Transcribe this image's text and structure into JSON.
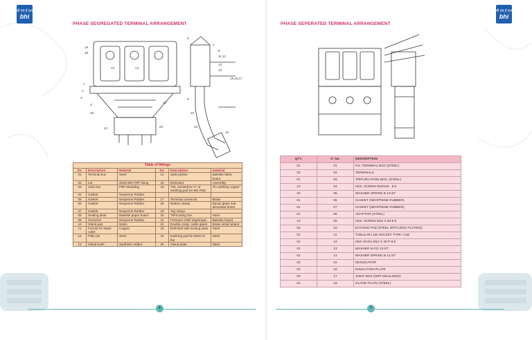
{
  "brand": {
    "logo_text": "बी एच ई एल",
    "logo_word": "bhi"
  },
  "left_page": {
    "title": "PHASE SEGREGATED TERMINAL ARRANGEMENT",
    "page_number": "6",
    "table": {
      "caption": "Table of fittings",
      "headers": [
        "Sn.",
        "Description",
        "Material",
        "Sn.",
        "Description",
        "material"
      ],
      "rows": [
        [
          "01",
          "Terminal box",
          "Steel",
          "14",
          "Split washer",
          "Bakelite fabric board"
        ],
        [
          "02",
          "Lid",
          "Steel with FRP lining",
          "15",
          "Desicator",
          "Assembly"
        ],
        [
          "03",
          "Joint box",
          "FRP Moulding",
          "16",
          "Tub. socket(For 'H' of earthing pad for MS Flat)",
          "Tin earthing copper"
        ],
        [
          "04",
          "Gasket",
          "Neoprene Rubber",
          "",
          "",
          ""
        ],
        [
          "05",
          "Gasket",
          "Neoprene Rubber",
          "17",
          "Terminal connector",
          "Brass"
        ],
        [
          "06",
          "Gasket",
          "Neoprene Rubber",
          "18",
          "Bottom clamp",
          "Epoxy glass mat laminated sheet"
        ],
        [
          "07",
          "Gasket",
          "Neoprene Rubber",
          "19",
          "Top clamp",
          ""
        ],
        [
          "08",
          "Sealing plate",
          "Bakelite paper board",
          "20",
          "Trifurcating box",
          "Steel"
        ],
        [
          "09",
          "Grommet",
          "Neoprene Rubber",
          "21",
          "Pressure relief diaphragm",
          "Bakelite board"
        ],
        [
          "10",
          "Gland part",
          "Nylon",
          "22",
          "Double comp. cable gland",
          "Brass nickel plated"
        ],
        [
          "11",
          "Ferrule for stator cable",
          "Copper",
          "23",
          "Bolt M16 with locking plate",
          "Steel"
        ],
        [
          "12",
          "Filler pin",
          "Steel",
          "24",
          "Earthing pad for 50x6 GI flat",
          "Steel"
        ],
        [
          "13",
          "Gland bush",
          "Synthetic rubber",
          "25",
          "Gland plate",
          "Steel"
        ]
      ]
    },
    "drawing_labels": [
      "19",
      "18",
      "V1",
      "V1",
      "1",
      "2",
      "3",
      "4",
      "22",
      "20",
      "21",
      "25",
      "6",
      "7",
      "8",
      "11,12",
      "14",
      "13",
      "15,16,17",
      "23",
      "24",
      "9",
      "10"
    ]
  },
  "right_page": {
    "title": "PHASE SEPERATED TERMINAL ARRANGEMENT",
    "page_number": "7",
    "table": {
      "headers": [
        "QTY.",
        "IT. No.",
        "DESCRIPTION"
      ],
      "rows": [
        [
          "01",
          "01",
          "P.S. TERMINAL BOX (STEEL)"
        ],
        [
          "03",
          "02",
          "TERMINALS"
        ],
        [
          "01",
          "03",
          "TRIFURCATING BOX. (STEEL)"
        ],
        [
          "10",
          "04",
          "HEX. SCREW M10X30 - 8.8"
        ],
        [
          "20",
          "05",
          "WASHER SPRING B 10-ST"
        ],
        [
          "01",
          "06",
          "GASKET (NEOPRENE RUBBER)"
        ],
        [
          "01",
          "07",
          "GASKET (NEOPRENE RUBBER)"
        ],
        [
          "01",
          "08",
          "ADAPTOR (STEEL)"
        ],
        [
          "10",
          "09",
          "HEX. SCREW M10 X 50-8.8"
        ],
        [
          "02",
          "10",
          "EATHING PAD (STEEL WITH ZINC PLATING)"
        ],
        [
          "01",
          "11",
          "TUBULAR LUB SOCKET TYPE I-11E"
        ],
        [
          "01",
          "12",
          "HEX SCRU M12 X 30 P-8.8"
        ],
        [
          "01",
          "13",
          "WASHER M CD 13-ST"
        ],
        [
          "01",
          "14",
          "WASHER SPRING B 12-ST"
        ],
        [
          "03",
          "15",
          "DESSICATOR"
        ],
        [
          "03",
          "16",
          "INSULATION PLATE"
        ],
        [
          "03",
          "17",
          "JOINT BOX (GRP MOULDING)"
        ],
        [
          "01",
          "18",
          "GLAND PLATE (STEEL)"
        ]
      ]
    }
  },
  "colors": {
    "title": "#d6285a",
    "logo": "#1f5fb0",
    "left_table": "#f7d8b4",
    "right_table": "#f9dbe3",
    "accent": "#5fb7b3"
  }
}
